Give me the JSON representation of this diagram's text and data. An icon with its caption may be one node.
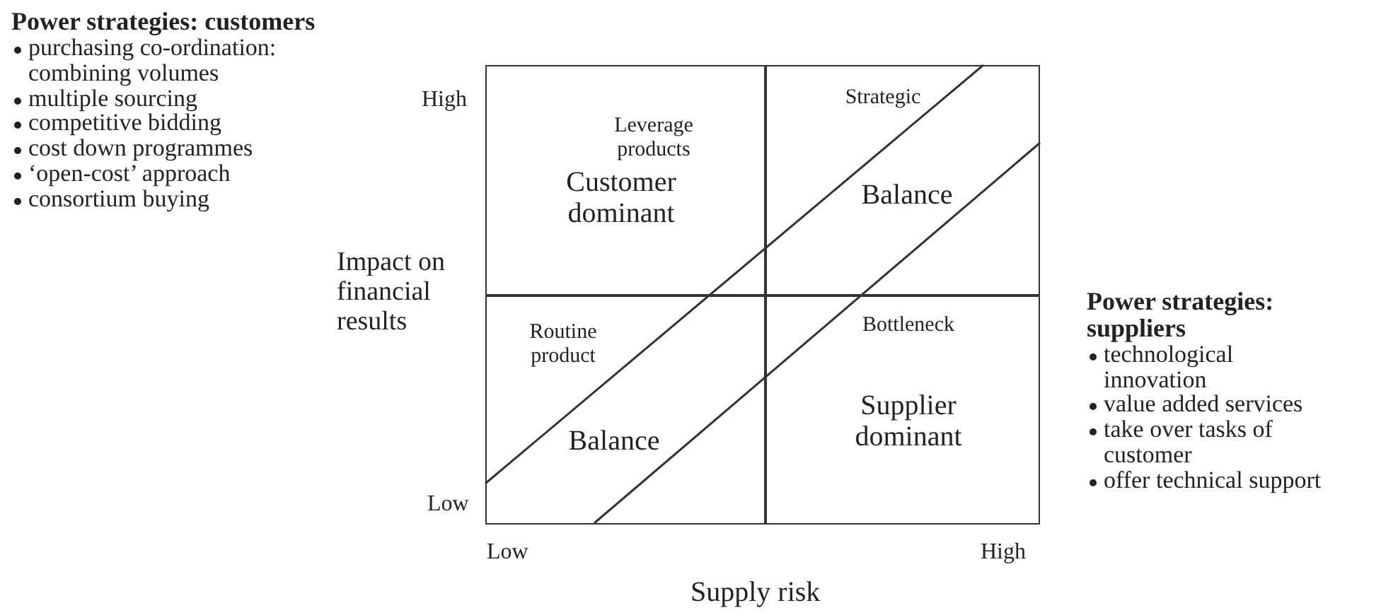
{
  "diagram": {
    "nodes": [
      {
        "text": [
          "Leverage products",
          "Customer dominant"
        ]
      },
      {
        "text": [
          "Strategic",
          "Balance"
        ]
      },
      {
        "text": [
          "Routine product",
          "Balance"
        ]
      },
      {
        "text": [
          "Bottleneck",
          "Supplier dominant"
        ]
      }
    ],
    "labels": [
      "Power strategies: customers",
      "purchasing co-ordination: combining volumes",
      "multiple sourcing",
      "competitive bidding",
      "cost down programmes",
      "‘open-cost’ approach",
      "consortium buying",
      "High",
      "Impact on financial results",
      "Low",
      "Low",
      "High",
      "Supply risk",
      "Power strategies: suppliers",
      "technological innovation",
      "value added services",
      "take over tasks of customer",
      "offer technical support"
    ]
  }
}
